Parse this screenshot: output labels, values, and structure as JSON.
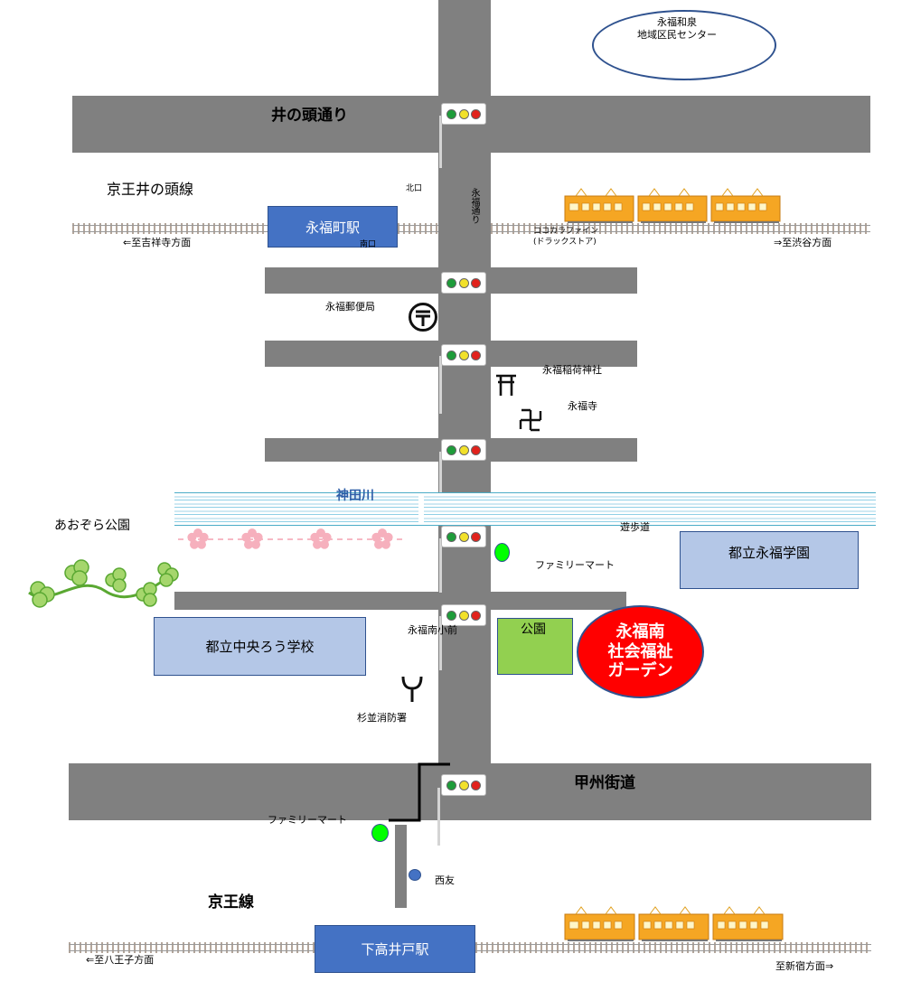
{
  "center_label": {
    "line1": "永福和泉",
    "line2": "地域区民センター"
  },
  "roads": {
    "inokashira": "井の頭通り",
    "eifuku_dori": "永福通り",
    "koshu": "甲州街道",
    "promenade": "遊歩道"
  },
  "keio_inokashira": {
    "line_name": "京王井の頭線",
    "station": "永福町駅",
    "north_exit": "北口",
    "south_exit": "南口",
    "to_west": "⇐至吉祥寺方面",
    "to_east": "⇒至渋谷方面"
  },
  "cocokara": {
    "line1": "ココカラファイン",
    "line2": "(ドラックストア)"
  },
  "post_office": "永福郵便局",
  "shrine": "永福稲荷神社",
  "temple": "永福寺",
  "river": "神田川",
  "aozora_park": "あおぞら公園",
  "familymart_1": "ファミリーマート",
  "eifuku_gakuen": "都立永福学園",
  "chuo_school": "都立中央ろう学校",
  "eifuku_minami_elem": "永福南小前",
  "park": "公園",
  "destination": {
    "line1": "永福南",
    "line2": "社会福祉",
    "line3": "ガーデン"
  },
  "fire_station": "杉並消防署",
  "familymart_2": "ファミリーマート",
  "seiyu": "西友",
  "keio_line": {
    "line_name": "京王線",
    "station": "下高井戸駅",
    "to_west": "⇐至八王子方面",
    "to_east": "至新宿方面⇒"
  },
  "colors": {
    "road": "#808080",
    "station": "#4472c4",
    "school": "#b4c7e7",
    "park": "#92d050",
    "destination": "#ff0000",
    "river": "#4bacc6",
    "convenience_store": "#00ff00",
    "seiyu": "#4472c4",
    "train": "#f5a623"
  },
  "icons": {
    "post_office": "post-office-icon",
    "shrine": "torii-icon",
    "temple": "manji-icon",
    "fire_station": "fire-station-icon",
    "traffic_light": "traffic-light-icon",
    "sakura": "sakura-icon",
    "clover": "clover-icon",
    "train": "train-icon"
  }
}
